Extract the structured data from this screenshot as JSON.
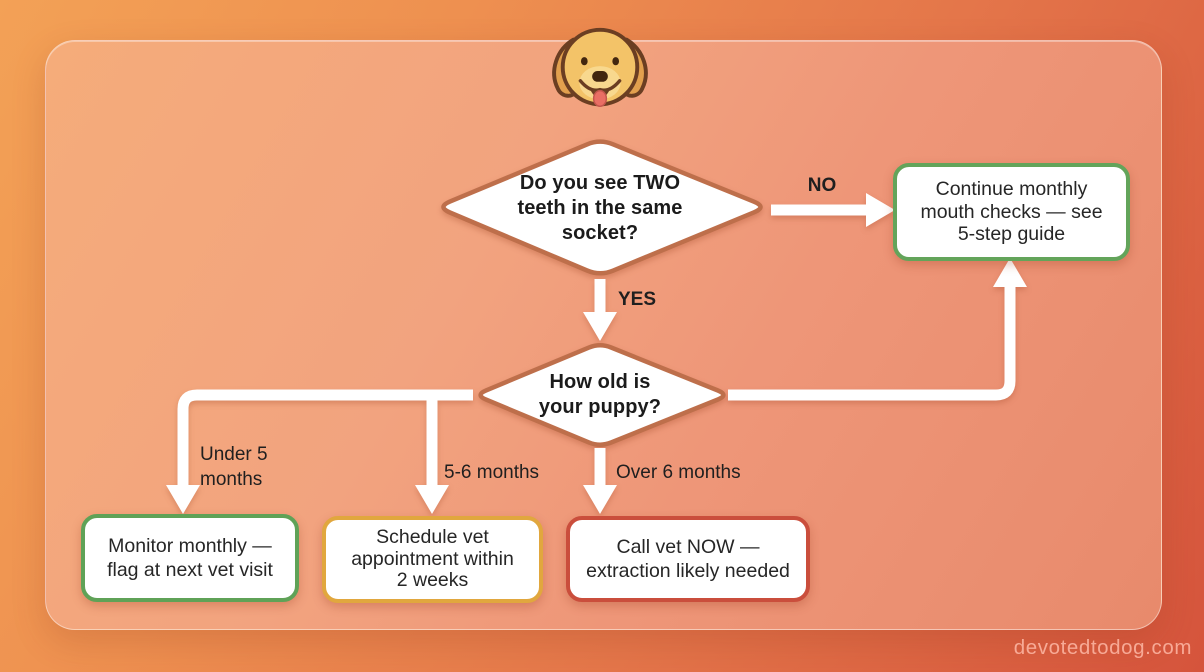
{
  "watermark": "devotedtodog.com",
  "colors": {
    "background_top_left": "#f3a156",
    "background_bottom_right": "#d5543c",
    "panel_tint": "#f5ac7a",
    "diamond_border": "#be6f4b",
    "arrow": "#ffffff",
    "safe_green": "#63a45a",
    "warning_amber": "#e1a73e",
    "urgent_red": "#ca4e3c",
    "text": "#1b1b1b"
  },
  "flowchart": {
    "dog_icon": "golden-retriever-face",
    "q1": "Do you see TWO\nteeth in the same\nsocket?",
    "no_label": "NO",
    "yes_label": "YES",
    "no_outcome": "Continue monthly\nmouth checks — see\n5-step guide",
    "q2": "How old is\nyour puppy?",
    "branches": [
      {
        "label": "Under 5\nmonths",
        "outcome": "Monitor monthly —\nflag at next vet visit"
      },
      {
        "label": "5-6 months",
        "outcome": "Schedule vet\nappointment within\n2 weeks"
      },
      {
        "label": "Over 6 months",
        "outcome": "Call vet NOW —\nextraction likely needed"
      }
    ]
  }
}
